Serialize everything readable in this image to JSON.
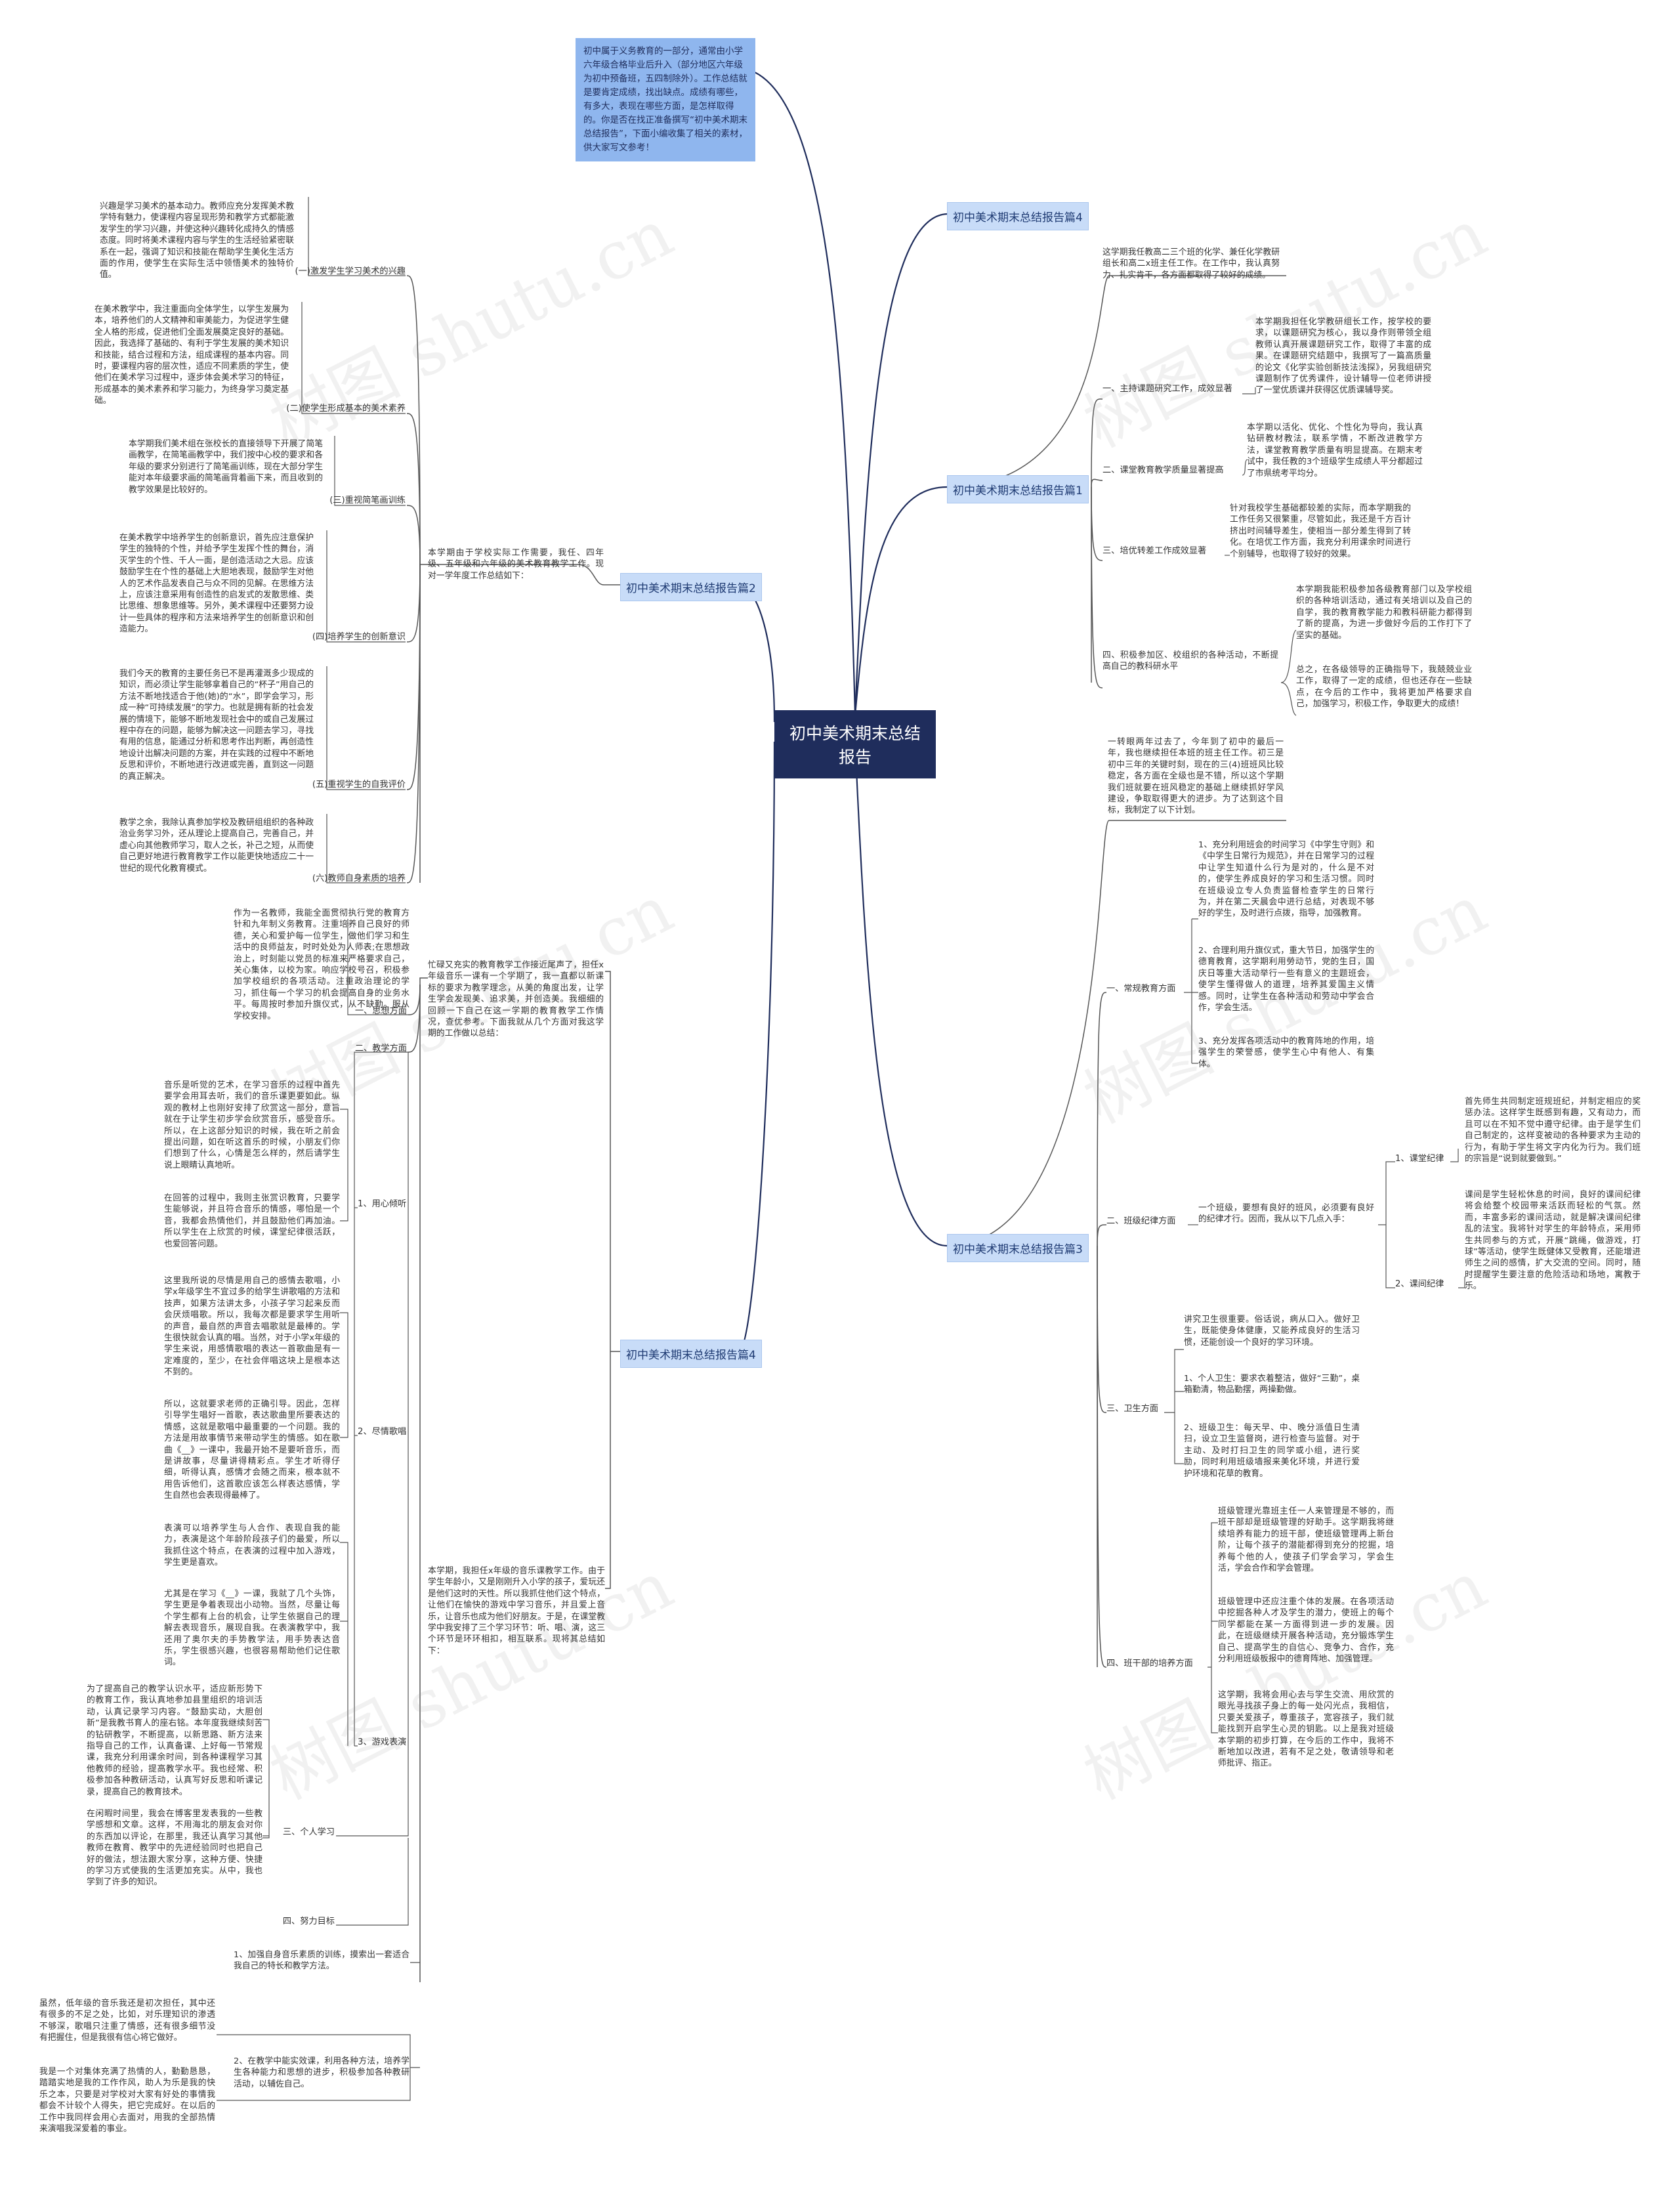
{
  "root": {
    "title": "初中美术期末总结报告"
  },
  "intro": "初中属于义务教育的一部分，通常由小学六年级合格毕业后升入（部分地区六年级为初中预备班，五四制除外）。工作总结就是要肯定成绩，找出缺点。成绩有哪些，有多大，表现在哪些方面，是怎样取得的。你是否在找正准备撰写“初中美术期末总结报告”，下面小编收集了相关的素材，供大家写文参考！",
  "watermark": "树图 shutu.cn",
  "report4_title": "初中美术期末总结报告篇4",
  "report1": {
    "title": "初中美术期末总结报告篇1",
    "lead": "这学期我任教高二三个班的化学、兼任化学教研组长和高二x班主任工作。在工作中，我认真努力、扎实肯干，各方面都取得了较好的成绩。",
    "s1_label": "一、主持课题研究工作，成效显著",
    "s1_text": "本学期我担任化学教研组长工作，按学校的要求，以课题研究为核心，我以身作则带领全组教师认真开展课题研究工作，取得了丰富的成果。在课题研究结题中，我撰写了一篇高质量的论文《化学实验创新技法浅探》，另我组研究课题制作了优秀课件，设计辅导一位老师讲授了一堂优质课并获得区优质课辅导奖。",
    "s2_label": "二、课堂教育教学质量显著提高",
    "s2_text": "本学期以活化、优化、个性化为导向，我认真钻研教材教法，联系学情，不断改进教学方法，课堂教育教学质量有明显提高。在期末考试中，我任教的3个班级学生成绩人平分都超过了市県统考平均分。",
    "s3_label": "三、培优转差工作成效显著",
    "s3_text": "针对我校学生基础都较差的实际，而本学期我的工作任务又很繁重，尽管如此，我还是千方百计挤出时间辅导差生，使相当一部分差生得到了转化。在培优工作方面，我充分利用课余时间进行个别辅导，也取得了较好的效果。",
    "s4_label": "四、积极参加区、校组织的各种活动，不断提高自己的教科研水平",
    "s4_text1": "本学期我能积极参加各级教育部门以及学校组织的各种培训活动，通过有关培训以及自己的自学，我的教育教学能力和教科研能力都得到了新的提高，为进一步做好今后的工作打下了坚实的基础。",
    "s4_text2": "总之，在各级领导的正确指导下，我兢兢业业工作，取得了一定的成绩，但也还存在一些缺点，在今后的工作中，我将更加严格要求自己，加强学习，积极工作，争取更大的成绩！"
  },
  "report2": {
    "title": "初中美术期末总结报告篇2",
    "lead": "本学期由于学校实际工作需要，我任、四年级、五年级和六年级的美术教育教学工作。现对一学年度工作总结如下：",
    "items": [
      {
        "label": "(一)激发学生学习美术的兴趣",
        "text": "兴趣是学习美术的基本动力。教师应充分发挥美术教学特有魅力，使课程内容呈现形势和教学方式都能激发学生的学习兴趣，并使这种兴趣转化成持久的情感态度。同时将美术课程内容与学生的生活经验紧密联系在一起，强调了知识和技能在帮助学生美化生活方面的作用，使学生在实际生活中领悟美术的独特价值。"
      },
      {
        "label": "(二)使学生形成基本的美术素养",
        "text": "在美术教学中，我注重面向全体学生，以学生发展为本，培养他们的人文精神和审美能力，为促进学生健全人格的形成，促进他们全面发展奠定良好的基础。因此，我选择了基础的、有利于学生发展的美术知识和技能，结合过程和方法，组成课程的基本内容。同时，要课程内容的层次性，适应不同素质的学生，使他们在美术学习过程中，逐步体会美术学习的特征，形成基本的美术素养和学习能力，为终身学习奠定基础。"
      },
      {
        "label": "(三)重视简笔画训练",
        "text": "本学期我们美术组在张校长的直接领导下开展了简笔画教学，在简笔画教学中，我们按中心校的要求和各年级的要求分别进行了简笔画训练，现在大部分学生能对本年级要求画的简笔画背着画下来，而且收到的教学效果是比较好的。"
      },
      {
        "label": "(四)培养学生的创新意识",
        "text": "在美术教学中培养学生的创新意识，首先应注意保护学生的独特的个性，并给予学生发挥个性的舞台，消灭学生的个性、千人一面，是创造活动之大忌。应该鼓励学生在个性的基础上大胆地表现，鼓励学生对他人的艺术作品发表自己与众不同的见解。在思维方法上，应该注意采用有创造性的启发式的发散思维、类比思维、想象思维等。另外，美术课程中还要努力设计一些具体的程序和方法来培养学生的创新意识和创造能力。"
      },
      {
        "label": "(五)重视学生的自我评价",
        "text": "我们今天的教育的主要任务已不是再灌溉多少现成的知识，而必须让学生能够拿着自己的“杯子”用自己的方法不断地找适合于他(她)的“水”，即学会学习，形成一种“可持续发展”的学力。也就是拥有新的社会发展的情境下，能够不断地发现社会中的或自己发展过程中存在的问题，能够为解决这一问题去学习，寻找有用的信息，能通过分析和思考作出判断，再创造性地设计出解决问题的方案，并在实践的过程中不断地反思和评价，不断地进行改进或完善，直到这一问题的真正解决。"
      },
      {
        "label": "(六)教师自身素质的培养",
        "text": "教学之余，我除认真参加学校及教研组组织的各种政治业务学习外，还从理论上提高自己，完善自己，并虚心向其他教师学习，取人之长，补己之短，从而使自己更好地进行教育教学工作以能更快地适应二十一世纪的现代化教育模式。"
      }
    ]
  },
  "report3": {
    "title": "初中美术期末总结报告篇3",
    "lead": "一转眼两年过去了，今年到了初中的最后一年，我也继续担任本班的班主任工作。初三是初中三年的关键时刻，现在的三(4)班班风比较稳定，各方面在全级也是不错，所以这个学期我们班就要在班风稳定的基础上继续抓好学风建设，争取取得更大的进步。为了达到这个目标，我制定了以下计划。",
    "a_label": "一、常规教育方面",
    "a_items": [
      "1、充分利用班会的时间学习《中学生守则》和《中学生日常行为规范》，并在日常学习的过程中让学生知道什么行为是对的，什么是不对的，使学生养成良好的学习和生活习惯。同时在班级设立专人负责监督检查学生的日常行为，并在第二天晨会中进行总结，对表现不够好的学生，及时进行点拨，指导，加强教育。",
      "2、合理利用升旗仪式，重大节日，加强学生的德育教育，这学期利用勞动节，党的生日，国庆日等重大活动举行一些有意义的主题班会，使学生懂得做人的道理，培养其爱国主义情感。同时，让学生在各种活动和劳动中学会合作，学会生活。",
      "3、充分发挥各项活动中的教育阵地的作用，培强学生的荣誉感，使学生心中有他人、有集体。"
    ],
    "b_label": "二、班级纪律方面",
    "b_text": "一个班级，要想有良好的班风，必须要有良好的纪律才行。因而，我从以下几点入手：",
    "b_items": [
      {
        "label": "1、课堂纪律",
        "text": "首先师生共同制定班规班纪，并制定相应的奖惩办法。这样学生既感到有趣，又有动力，而且可以在不知不觉中遵守纪律。由于是学生们自己制定的，这样变被动的各种要求为主动的行为，有助于学生将文字内化为行为。我们班的宗旨是“说到就要做到。”"
      },
      {
        "label": "2、课间纪律",
        "text": "课间是学生轻松休息的时间，良好的课间纪律将会给整个校园带来活跃而轻松的气氛。然而，丰富多彩的课间活动，就是解决课间纪律乱的法宝。我将针对学生的年龄特点，采用师生共同参与的方式，开展“跳绳，做游戏，打球”等活动，使学生既健体又受教育，还能增进师生之间的感情，扩大交流的空间。同时，随时提醒学生要注意的危险活动和场地，寓教于乐。"
      }
    ],
    "c_label": "三、卫生方面",
    "c_lead": "讲究卫生很重要。俗话说，病从口入。做好卫生，既能使身体健康，又能养成良好的生活习惯，还能创设一个良好的学习环境。",
    "c_items": [
      "1、个人卫生：要求衣着整洁，做好“三勤”，桌箱勤清，物品勤摆，两操勤做。",
      "2、班级卫生：每天早、中、晚分派值日生清扫，设立卫生监督岗，进行检查与监督。对于主动、及时打扫卫生的同学或小组，进行奖励，同时利用班级墙报来美化环境，并进行爱护环境和花草的教育。"
    ],
    "d_label": "四、班干部的培养方面",
    "d_items": [
      "班级管理光靠班主任一人来管理是不够的，而班干部却是班级管理的好助手。这学期我将继续培养有能力的班干部，使班级管理再上新台阶，让每个孩子的潜能都得到充分的挖掘，培养每个他的人，使孩子们学会学习，学会生活，学会合作和学会管理。",
      "班级管理中还应注重个体的发展。在各项活动中挖掘各种人才及学生的潜力，使班上的每个同学都能在某一方面得到进一步的发展。因此，在班级继续开展各种活动，充分锻炼学生自己、提高学生的自信心、竞争力、合作，充分利用班级板报中的德育阵地、加强管理。",
      "这学期，我将会用心去与学生交流、用欣赏的眼光寻找孩子身上的每一处闪光点，我相信，只要关爱孩子，尊重孩子，宽容孩子，我们就能找到开启学生心灵的钥匙。以上是我对班级本学期的初步打算，在今后的工作中，我将不断地加以改进，若有不足之处，敬请领导和老师批评、指正。"
    ]
  },
  "report4": {
    "lead1": "忙碌又充实的教育教学工作接近尾声了，担任x年级音乐一课有一个学期了，我一直都以新课标的要求为教学理念，从美的角度出发，让学生学会发现美、追求美，并创造美。我细细的回顾一下自己在这一学期的教育教学工作情况，查优参考。下面我就从几个方面对我这学期的工作做以总结：",
    "s1_label": "一、思想方面",
    "s1_text": "作为一名教师，我能全面贯彻执行党的教育方针和九年制义务教育。注重培养自己良好的师德，关心和爱护每一位学生，做他们学习和生活中的良师益友，时时处处为人师表;在思想政治上，时刻能以党员的标准来严格要求自己，关心集体，以校为家。响应学校号召，积极参加学校组织的各项活动。注重政治理论的学习，抓住每一个学习的机会提高自身的业务水平。每周按时参加升旗仪式，从不缺勤。服从学校安排。",
    "s2_label": "二、教学方面",
    "s2_1_label": "1、用心倾听",
    "s2_1_texts": [
      "音乐是听觉的艺术，在学习音乐的过程中首先要学会用耳去听，我们的音乐课更要如此。纵观的教材上也刚好安排了欣赏这一部分，意旨就在于让学生初步学会欣赏音乐，感受音乐。所以，在上这部分知识的时候，我在听之前会提出问题，如在听这首乐的时候，小朋友们你们想到了什么，心情是怎么样的，然后请学生说上眼睛认真地听。",
      "在回答的过程中，我则主张赏识教育，只要学生能够说，并且符合音乐的情感，哪怕是一个音，我都会热情他们，并且鼓励他们再加油。所以学生在上欣赏的时候，课堂纪律很活跃，也爱回答问题。"
    ],
    "s2_2_label": "2、尽情歌唱",
    "s2_2_texts": [
      "这里我所说的尽情是用自己的感情去歌唱，小学x年级学生不宜过多的给学生讲歌唱的方法和技声，如果方法讲太多，小孩子学习起来反而会厌烦唱歌。所以，我每次都是要求学生用听的声音，最自然的声音去唱歌就是最棒的。学生很快就会认真的唱。当然，对于小学x年级的学生来说，用感情歌唱的表达一首歌曲是有一定难度的，至少，在社会伴唱这块上是根本达不到的。",
      "所以，这就要求老师的正确引导。因此，怎样引导学生唱好一首歌，表达歌曲里所要表达的情感，这就是歌唱中最重要的一个问题。我的方法是用故事情节来带动学生的情感。如在歌曲《__》一课中，我最开始不是要听音乐，而是讲故事，尽量讲得精彩点。学生才听得仔细，听得认真，感情才会随之而来，根本就不用告诉他们，这首歌应该怎么样表达感情，学生自然也会表现得最棒了。"
    ],
    "s2_3_label": "3、游戏表演",
    "s2_3_texts": [
      "表演可以培养学生与人合作、表现自我的能力，表演是这个年龄阶段孩子们的最爱，所以我抓住这个特点，在表演的过程中加入游戏，学生更是喜欢。",
      "尤其是在学习《__》一课，我就了几个头饰，学生更是争着表现出小动物。当然，尽量让每个学生都有上台的机会，让学生依据自己的理解去表现音乐，展现自我。在表演教学中，我还用了奥尔夫的手势教学法，用手势表达音乐，学生很感兴趣，也很容易帮助他们记住歌词。"
    ],
    "s3_label": "三、个人学习",
    "s3_texts": [
      "为了提高自己的教学认识水平，适应新形势下的教育工作，我认真地参加县里组织的培训活动，认真记录学习内容。“鼓励实动，大胆创新”是我教书育人的座右铭。本年度我继续刻苦的钻研教学，不断提高，以新思路、新方法来指导自己的工作，认真备课、上好每一节常规课，我充分利用课余时间，到各种课程学习其他教师的经验，提高教学水平。我也经常、积极参加各种教研活动，认真写好反思和听课记录，提高自己的教育技术。",
      "在闲暇时间里，我会在博客里发表我的一些教学感想和文章。这样，不用海北的朋友会对你的东西加以评论，在那里，我还认真学习其他教师在教育、教学中的先进经验同时也把自己好的做法，想法跟大家分享，这种方便、快捷的学习方式使我的生活更加充实。从中，我也学到了许多的知识。"
    ],
    "s4_label": "四、努力目标",
    "s4_items": [
      "1、加强自身音乐素质的训练，摸索出一套适合我自己的特长和教学方法。",
      "2、在教学中能实效课，利用各种方法，培养学生各种能力和思想的进步，积极参加各种教研活动，以辅佐自己。"
    ],
    "lead2": "本学期，我担任x年级的音乐课教学工作。由于学生年龄小，又是刚刚升入小学的孩子，爱玩还是他们这时的天性。所以我抓住他们这个特点，让他们在愉快的游戏中学习音乐，并且爱上音乐，让音乐也成为他们好朋友。于是，在课堂教学中我安排了三个学习环节：听、唱、演，这三个环节是环环相扣，相互联系。现将其总结如下：",
    "tail_1": "虽然，低年级的音乐我还是初次担任，其中还有很多的不足之处，比如，对乐理知识的渗透不够深，歌唱只注重了情感，还有很多细节没有把握住，但是我很有信心将它做好。",
    "tail_2": "我是一个对集体充满了热情的人，勤勤恳恳，踏踏实地是我的工作作风，助人为乐是我的快乐之本，只要是对学校对大家有好处的事情我都会不计较个人得失，把它完成好。在以后的工作中我同样会用心去面对，用我的全部热情来演唱我深爱着的事业。"
  }
}
